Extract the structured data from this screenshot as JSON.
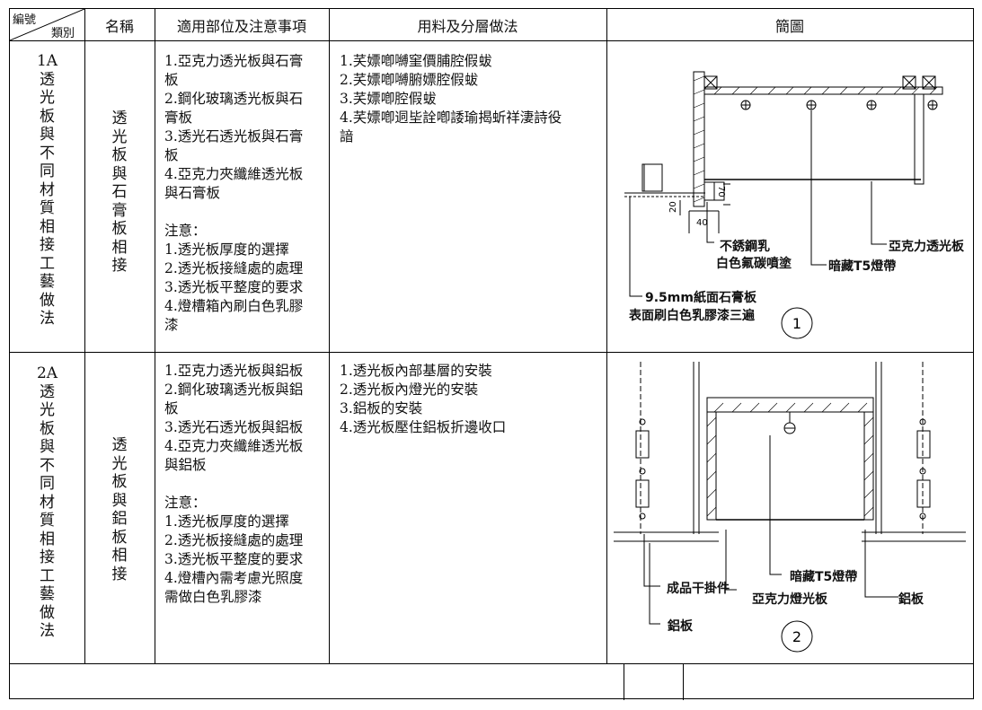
{
  "header": {
    "corner_top": "編號",
    "corner_bottom": "類別",
    "name": "名稱",
    "scope": "適用部位及注意事項",
    "method": "用料及分層做法",
    "sketch": "簡圖"
  },
  "rows": [
    {
      "id": [
        "1A",
        "透",
        "光",
        "板",
        "與",
        "不",
        "同",
        "材",
        "質",
        "相",
        "接",
        "工",
        "藝",
        "做",
        "法"
      ],
      "name": [
        "透",
        "光",
        "板",
        "與",
        "石",
        "膏",
        "板",
        "相",
        "接"
      ],
      "scope": [
        "1.亞克力透光板與石膏",
        "板",
        "2.鋼化玻璃透光板與石",
        "膏板",
        "3.透光石透光板與石膏",
        "板",
        "4.亞克力夾纖維透光板",
        "與石膏板",
        "",
        "注意：",
        "1.透光板厚度的選擇",
        "2.透光板接縫處的處理",
        "3.透光板平整度的要求",
        "4.燈槽箱內刷白色乳膠",
        "漆"
      ],
      "method": [
        "1.芺嫖喞嚩窐價脯腔假蛂",
        "2.芺嫖喞嚩腑嫖腔假蛂",
        "3.芺嫖喞腔假蛂",
        "4.芺嫖喞迵坒詮喞諉瑜揭蚚祥淒詩役",
        "諳"
      ],
      "labels": {
        "steel": "不銹鋼乳",
        "steel2": "白色氟碳噴塗",
        "t5": "暗藏T5燈帶",
        "acrylic": "亞克力透光板",
        "gypsum": "9.5mm紙面石膏板",
        "gypsum2": "表面刷白色乳膠漆三遍",
        "num": "1",
        "dim_70": "70",
        "dim_20": "20",
        "dim_40": "40"
      }
    },
    {
      "id": [
        "2A",
        "透",
        "光",
        "板",
        "與",
        "不",
        "同",
        "材",
        "質",
        "相",
        "接",
        "工",
        "藝",
        "做",
        "法"
      ],
      "name": [
        "透",
        "光",
        "板",
        "與",
        "鋁",
        "板",
        "相",
        "接"
      ],
      "scope": [
        "1.亞克力透光板與鋁板",
        "2.鋼化玻璃透光板與鋁",
        "板",
        "3.透光石透光板與鋁板",
        "4.亞克力夾纖維透光板",
        "與鋁板",
        "",
        "注意：",
        "1.透光板厚度的選擇",
        "2.透光板接縫處的處理",
        "3.透光板平整度的要求",
        "4.燈槽內需考慮光照度",
        "需做白色乳膠漆"
      ],
      "method": [
        "1.透光板內部基層的安裝",
        "2.透光板內燈光的安裝",
        "3.鋁板的安裝",
        "4.透光板壓住鋁板折邊收口"
      ],
      "labels": {
        "hanger": "成品干掛件",
        "t5": "暗藏T5燈帶",
        "acrylic": "亞克力燈光板",
        "alu_right": "鋁板",
        "alu_left": "鋁板",
        "num": "2"
      }
    }
  ]
}
